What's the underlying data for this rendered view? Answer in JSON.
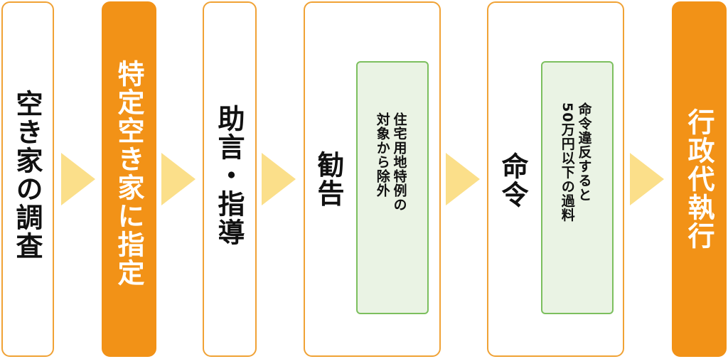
{
  "steps": [
    {
      "label": "空き家の調査"
    },
    {
      "label": "特定空き家に指定"
    },
    {
      "label": "助言・指導"
    },
    {
      "label": "勧告",
      "note_lines": [
        "住宅用地特例の",
        "対象から除外"
      ]
    },
    {
      "label": "命令",
      "note_lines": [
        "命令違反すると",
        "50万円以下の過料"
      ]
    },
    {
      "label": "行政代執行"
    }
  ],
  "colors": {
    "accent_orange": "#f29217",
    "border_orange": "#f0a235",
    "arrow_yellow": "#fbdf8a",
    "note_green_fill": "#eaf3e4",
    "note_green_border": "#7cbf5e"
  }
}
